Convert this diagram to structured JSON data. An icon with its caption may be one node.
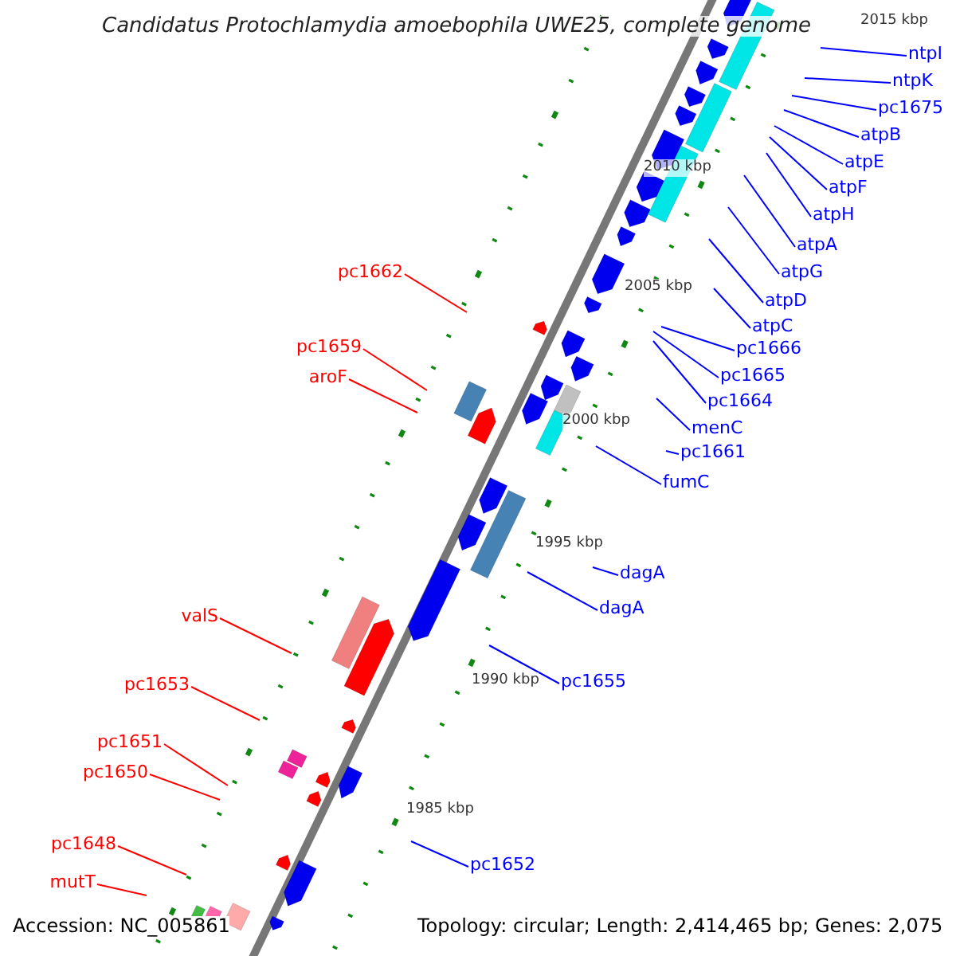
{
  "diagram": {
    "title": "Candidatus Protochlamydia amoebophila UWE25, complete genome",
    "nodes": [
      {
        "text": [
          "ntpI"
        ]
      },
      {
        "text": [
          "ntpK"
        ]
      },
      {
        "text": [
          "pc1675"
        ]
      },
      {
        "text": [
          "atpB"
        ]
      },
      {
        "text": [
          "atpE"
        ]
      },
      {
        "text": [
          "atpF"
        ]
      },
      {
        "text": [
          "atpH"
        ]
      },
      {
        "text": [
          "atpA"
        ]
      },
      {
        "text": [
          "atpG"
        ]
      },
      {
        "text": [
          "atpD"
        ]
      },
      {
        "text": [
          "atpC"
        ]
      },
      {
        "text": [
          "pc1666"
        ]
      },
      {
        "text": [
          "pc1665"
        ]
      },
      {
        "text": [
          "pc1664"
        ]
      },
      {
        "text": [
          "menC"
        ]
      },
      {
        "text": [
          "pc1661"
        ]
      },
      {
        "text": [
          "fumC"
        ]
      },
      {
        "text": [
          "dagA"
        ]
      },
      {
        "text": [
          "dagA"
        ]
      },
      {
        "text": [
          "pc1655"
        ]
      },
      {
        "text": [
          "pc1652"
        ]
      },
      {
        "text": [
          "pc1662"
        ]
      },
      {
        "text": [
          "pc1659"
        ]
      },
      {
        "text": [
          "aroF"
        ]
      },
      {
        "text": [
          "valS"
        ]
      },
      {
        "text": [
          "pc1653"
        ]
      },
      {
        "text": [
          "pc1651"
        ]
      },
      {
        "text": [
          "pc1650"
        ]
      },
      {
        "text": [
          "pc1648"
        ]
      },
      {
        "text": [
          "mutT"
        ]
      }
    ],
    "edges": [
      {
        "from": 0,
        "to": null,
        "arrow": "none"
      },
      {
        "from": 1,
        "to": null,
        "arrow": "none"
      },
      {
        "from": 2,
        "to": null,
        "arrow": "none"
      },
      {
        "from": 3,
        "to": null,
        "arrow": "none"
      },
      {
        "from": 4,
        "to": null,
        "arrow": "none"
      },
      {
        "from": 5,
        "to": null,
        "arrow": "none"
      },
      {
        "from": 6,
        "to": null,
        "arrow": "none"
      },
      {
        "from": 7,
        "to": null,
        "arrow": "none"
      },
      {
        "from": 8,
        "to": null,
        "arrow": "none"
      },
      {
        "from": 9,
        "to": null,
        "arrow": "none"
      },
      {
        "from": 10,
        "to": null,
        "arrow": "none"
      },
      {
        "from": 11,
        "to": null,
        "arrow": "none"
      },
      {
        "from": 12,
        "to": null,
        "arrow": "none"
      },
      {
        "from": 13,
        "to": null,
        "arrow": "none"
      },
      {
        "from": 14,
        "to": null,
        "arrow": "none"
      },
      {
        "from": 15,
        "to": null,
        "arrow": "none"
      },
      {
        "from": 16,
        "to": null,
        "arrow": "none"
      },
      {
        "from": 17,
        "to": null,
        "arrow": "none"
      },
      {
        "from": 18,
        "to": null,
        "arrow": "none"
      },
      {
        "from": 19,
        "to": null,
        "arrow": "none"
      },
      {
        "from": 20,
        "to": null,
        "arrow": "none"
      },
      {
        "from": 21,
        "to": null,
        "arrow": "none",
        "color": "#ff0000"
      },
      {
        "from": 22,
        "to": null,
        "arrow": "none",
        "color": "#ff0000"
      },
      {
        "from": 23,
        "to": null,
        "arrow": "none",
        "color": "#ff0000"
      },
      {
        "from": 24,
        "to": null,
        "arrow": "none",
        "color": "#ff0000"
      },
      {
        "from": 25,
        "to": null,
        "arrow": "none",
        "color": "#ff0000"
      },
      {
        "from": 26,
        "to": null,
        "arrow": "none",
        "color": "#ff0000"
      },
      {
        "from": 27,
        "to": null,
        "arrow": "none",
        "color": "#ff0000"
      },
      {
        "from": 28,
        "to": null,
        "arrow": "none",
        "color": "#ff0000"
      },
      {
        "from": 29,
        "to": null,
        "arrow": "none",
        "color": "#ff0000"
      }
    ],
    "labels": [
      "2015 kbp",
      "2010 kbp",
      "2005 kbp",
      "2000 kbp",
      "1995 kbp",
      "1990 kbp",
      "1985 kbp",
      "Accession: NC_005861",
      "Topology: circular; Length: 2,414,465 bp; Genes: 2,075"
    ]
  }
}
